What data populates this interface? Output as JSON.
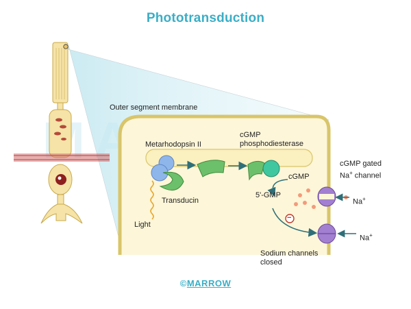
{
  "title": "Phototransduction",
  "watermark": "MARROW",
  "labels": {
    "outer_segment_membrane": "Outer segment membrane",
    "metarhodopsin": "Metarhodopsin II",
    "cgmp_pde_line1": "cGMP",
    "cgmp_pde_line2": "phosphodiesterase",
    "transducin": "Transducin",
    "light": "Light",
    "cgmp": "cGMP",
    "five_gmp": "5'-GMP",
    "channel_line1": "cGMP gated",
    "channel_line2_a": "Na",
    "channel_line2_sup": "+",
    "channel_line2_b": " channel",
    "na1": "Na",
    "na1_sup": "+",
    "na2": "Na",
    "na2_sup": "+",
    "sodium_closed_line1": "Sodium channels",
    "sodium_closed_line2": "closed",
    "minus_sign": "−"
  },
  "footer": {
    "copyright": "©",
    "brand": "MARROW"
  },
  "colors": {
    "title": "#3aaec6",
    "membrane_fill": "#fdf6d8",
    "membrane_stroke": "#d9c56a",
    "rod_fill": "#f5e3a8",
    "rod_stroke": "#c9a94a",
    "metarhodopsin": "#8fb6ea",
    "transducin": "#6cc06b",
    "pde": "#3fc7a0",
    "channel": "#a27fd0",
    "na_dot": "#f39a7a",
    "arrow": "#2f6f78",
    "light": "#e6a832"
  }
}
